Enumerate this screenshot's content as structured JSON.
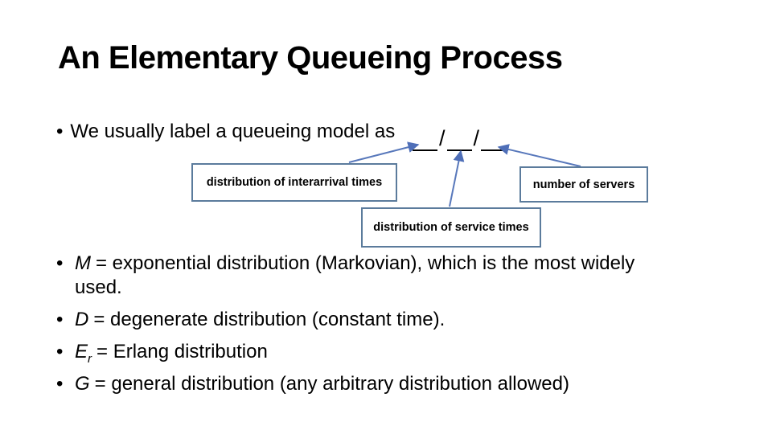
{
  "slide": {
    "title": "An Elementary Queueing Process",
    "bullet_char": "•",
    "intro_text": "We usually label a queueing model as",
    "slash": "/",
    "diagram": {
      "labels": {
        "interarrival": "distribution of interarrival times",
        "servers": "number of servers",
        "service": "distribution of service times"
      }
    },
    "definitions": [
      {
        "term": "M",
        "line1": "= exponential distribution (Markovian), which is the most widely",
        "line2": "used."
      },
      {
        "term": "D",
        "text": "= degenerate distribution (constant time)."
      },
      {
        "term": "E",
        "subscript": "r",
        "text": "= Erlang distribution"
      },
      {
        "term": "G",
        "text": "= general distribution (any arbitrary distribution allowed)"
      }
    ],
    "colors": {
      "background": "#ffffff",
      "text": "#000000",
      "arrow_blue": "#5878bb",
      "box_border_blue": "#5b7b9c"
    }
  }
}
